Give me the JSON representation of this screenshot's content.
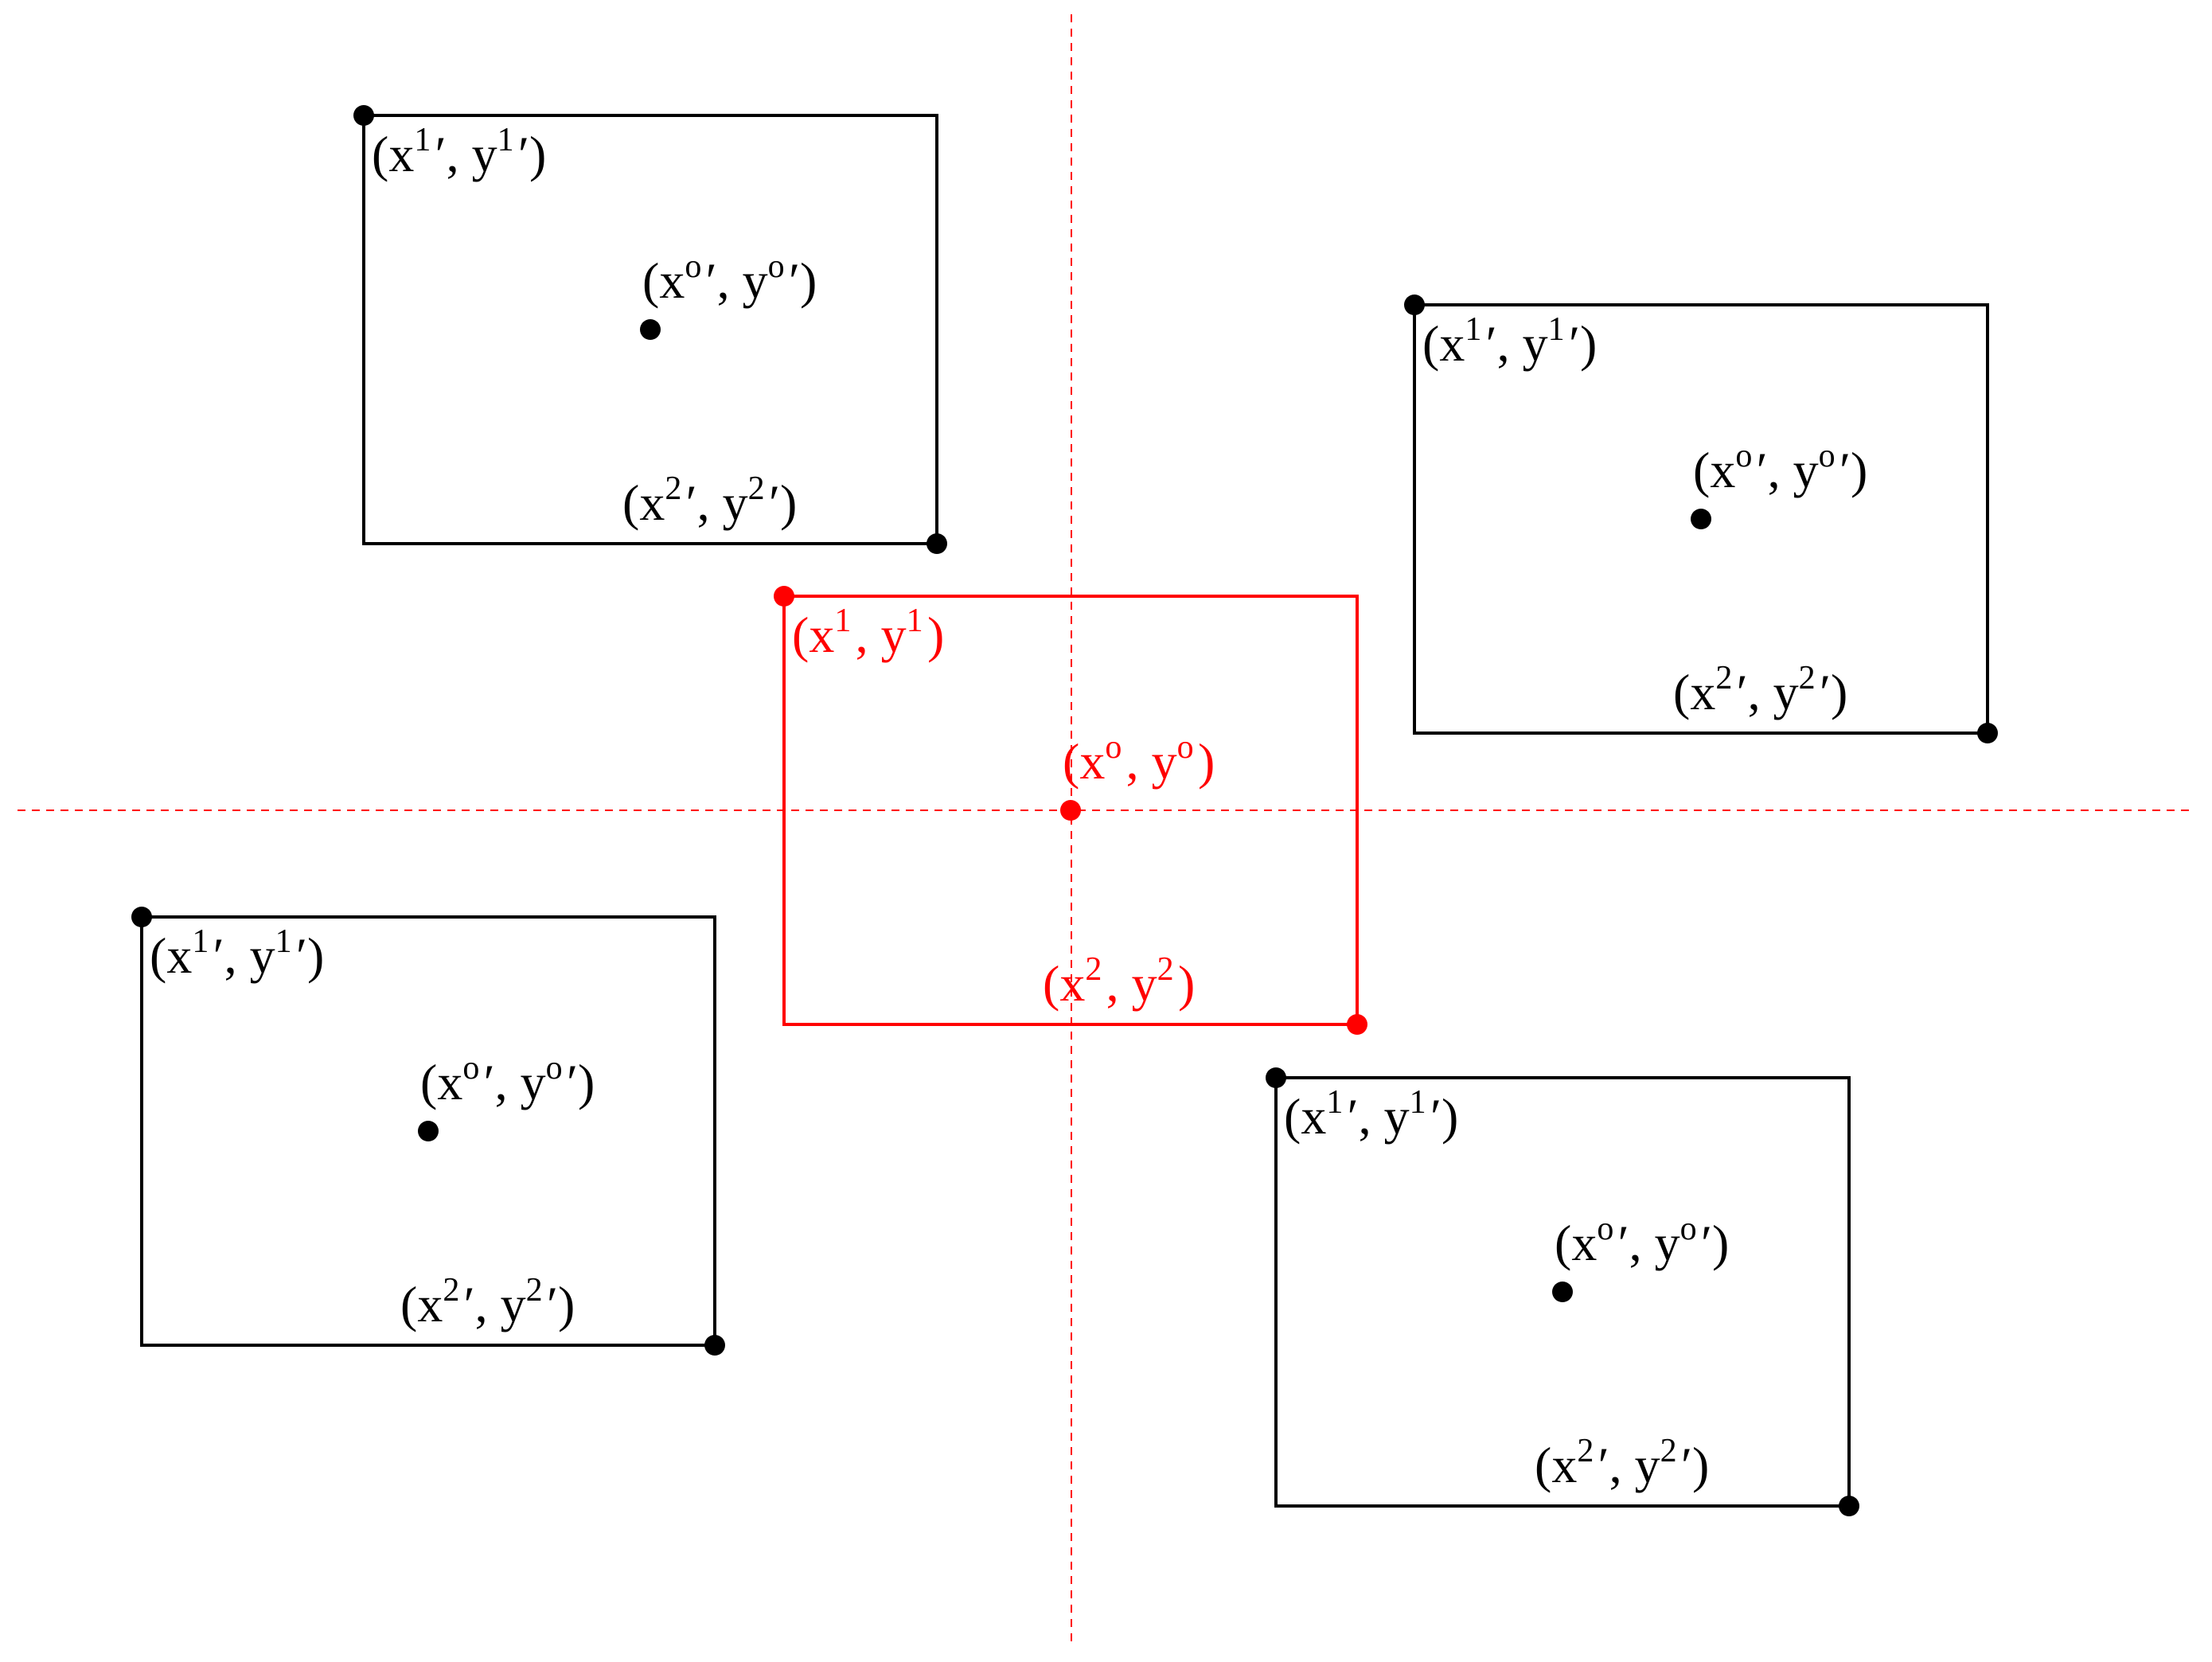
{
  "colors": {
    "reference": "#ff0000",
    "neighbor": "#000000",
    "axis": "#ff0000",
    "background": "#ffffff"
  },
  "axes": {
    "style": "dashed",
    "horizontal": "dashed-center-line",
    "vertical": "dashed-center-line"
  },
  "boxes": [
    {
      "id": "ref",
      "kind": "reference",
      "color": "#ff0000",
      "labels": {
        "corner1": "(x¹, y¹)",
        "center": "(xº, yº)",
        "corner2": "(x², y²)"
      }
    },
    {
      "id": "top-left",
      "kind": "neighbor",
      "color": "#000000",
      "labels": {
        "corner1": "(x¹′, y¹′)",
        "center": "(xº′, yº′)",
        "corner2": "(x²′, y²′)"
      }
    },
    {
      "id": "top-right",
      "kind": "neighbor",
      "color": "#000000",
      "labels": {
        "corner1": "(x¹′, y¹′)",
        "center": "(xº′, yº′)",
        "corner2": "(x²′, y²′)"
      }
    },
    {
      "id": "bottom-left",
      "kind": "neighbor",
      "color": "#000000",
      "labels": {
        "corner1": "(x¹′, y¹′)",
        "center": "(xº′, yº′)",
        "corner2": "(x²′, y²′)"
      }
    },
    {
      "id": "bottom-right",
      "kind": "neighbor",
      "color": "#000000",
      "labels": {
        "corner1": "(x¹′, y¹′)",
        "center": "(xº′, yº′)",
        "corner2": "(x²′, y²′)"
      }
    }
  ]
}
